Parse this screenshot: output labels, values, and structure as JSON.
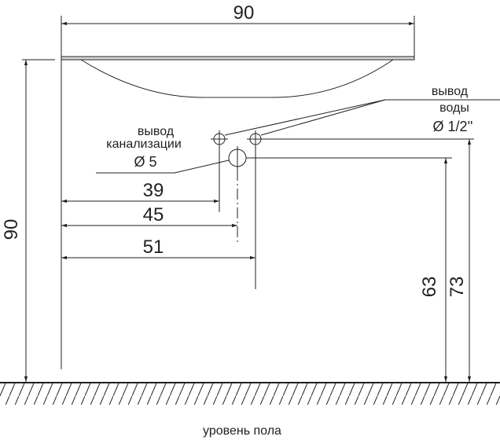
{
  "dimensions": {
    "top_width": "90",
    "left_height": "90",
    "drain_offset_39": "39",
    "drain_offset_45": "45",
    "drain_offset_51": "51",
    "drain_height": "63",
    "water_height": "73"
  },
  "labels": {
    "drain_line1": "вывод",
    "drain_line2": "канализации",
    "drain_diameter": "Ø 5",
    "water_line1": "вывод",
    "water_line2": "воды",
    "water_diameter": "Ø 1/2''",
    "floor": "уровень пола"
  },
  "colors": {
    "line": "#231f20"
  }
}
